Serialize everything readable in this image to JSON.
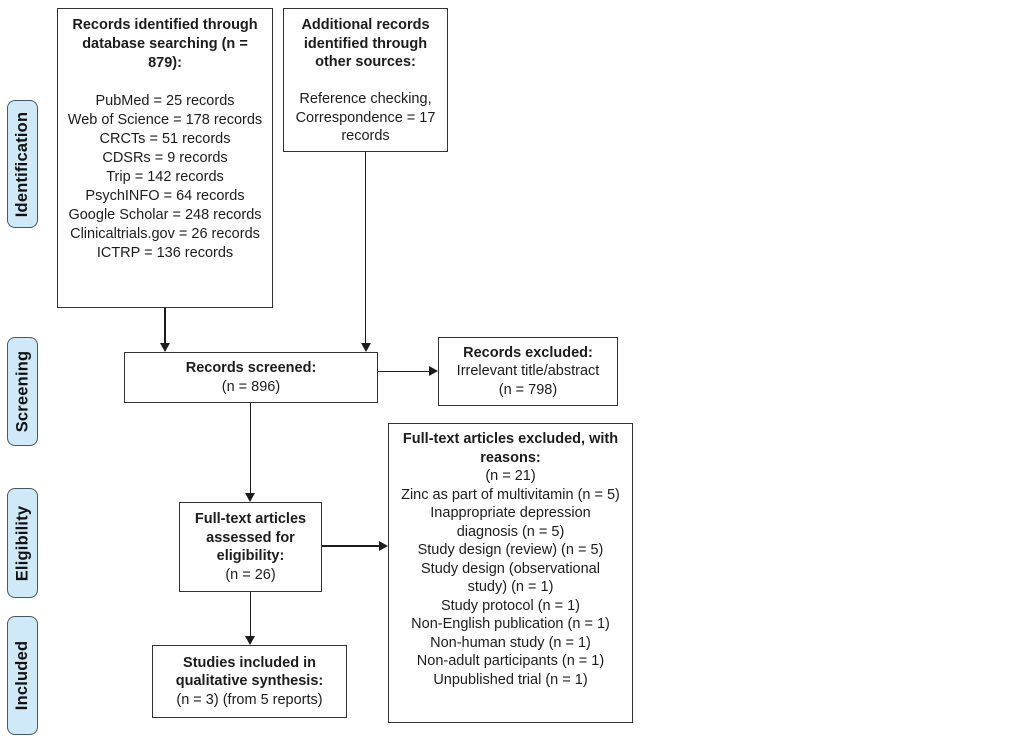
{
  "diagram_type": "prisma-flow-diagram",
  "colors": {
    "page_bg": "#ffffff",
    "box_bg": "#ffffff",
    "box_border": "#333333",
    "label_bg": "#cfe9f8",
    "label_border": "#44586a",
    "line_color": "#1c1c1c",
    "text_color": "#1c1c1c"
  },
  "stages": {
    "identification": "Identification",
    "screening": "Screening",
    "eligibility": "Eligibility",
    "included": "Included"
  },
  "boxes": {
    "identified": {
      "title": "Records identified through database searching (n = 879):",
      "lines": [
        "PubMed = 25 records",
        "Web of Science = 178 records",
        "CRCTs = 51 records",
        "CDSRs = 9 records",
        "Trip = 142 records",
        "PsychINFO = 64 records",
        "Google Scholar = 248 records",
        "Clinicaltrials.gov = 26 records",
        "ICTRP = 136 records"
      ]
    },
    "additional": {
      "title": "Additional records identified through other sources:",
      "lines": [
        "Reference checking, Correspondence = 17 records"
      ]
    },
    "screened": {
      "title": "Records screened:",
      "lines": [
        "(n = 896)"
      ]
    },
    "records_excluded": {
      "title": "Records excluded:",
      "lines": [
        "Irrelevant title/abstract",
        "(n = 798)"
      ]
    },
    "assessed": {
      "title": "Full-text articles assessed for eligibility:",
      "lines": [
        "(n = 26)"
      ]
    },
    "fulltext_excluded": {
      "title": "Full-text articles excluded, with reasons:",
      "lines": [
        "(n = 21)",
        "Zinc as part of multivitamin (n = 5)",
        "Inappropriate depression diagnosis (n = 5)",
        "Study design (review) (n = 5)",
        "Study design (observational study) (n = 1)",
        "Study protocol (n = 1)",
        "Non-English publication (n = 1)",
        "Non-human study (n = 1)",
        "Non-adult participants (n = 1)",
        "Unpublished trial (n = 1)"
      ]
    },
    "included": {
      "title": "Studies included in qualitative synthesis:",
      "lines": [
        "(n = 3) (from 5 reports)"
      ]
    }
  }
}
